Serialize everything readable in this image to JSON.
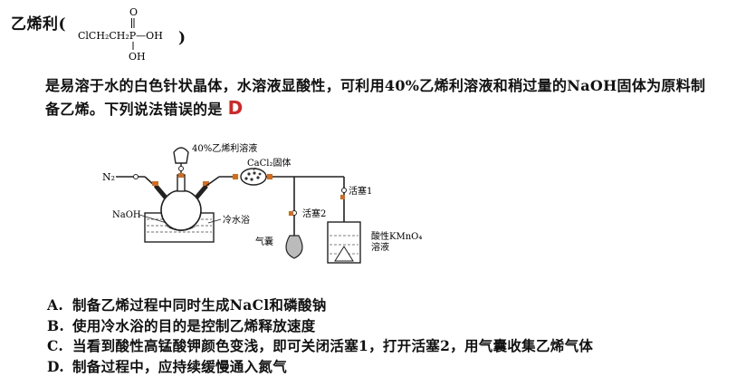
{
  "header": {
    "compound_name": "乙烯利(",
    "close_paren": ")",
    "formula_main": "ClCH₂CH₂P—OH",
    "formula_top_o": "O",
    "formula_oh": "OH"
  },
  "question": {
    "stem": "是易溶于水的白色针状晶体，水溶液显酸性，可利用40%乙烯利溶液和稍过量的NaOH固体为原料制备乙烯。下列说法错误的是",
    "answer": "D"
  },
  "diagram": {
    "labels": {
      "solution": "40%乙烯利溶液",
      "n2": "N₂",
      "cacl2": "CaCl₂固体",
      "naoh": "NaOH",
      "cold_bath": "冷水浴",
      "stopcock1": "活塞1",
      "stopcock2": "活塞2",
      "balloon": "气囊",
      "kmno4_line1": "酸性KMnO₄",
      "kmno4_line2": "溶液"
    }
  },
  "options": [
    {
      "letter": "A.",
      "text": "制备乙烯过程中同时生成NaCl和磷酸钠"
    },
    {
      "letter": "B.",
      "text": "使用冷水浴的目的是控制乙烯释放速度"
    },
    {
      "letter": "C.",
      "text": "当看到酸性高锰酸钾颜色变浅，即可关闭活塞1，打开活塞2，用气囊收集乙烯气体"
    },
    {
      "letter": "D.",
      "text": "制备过程中，应持续缓慢通入氮气"
    }
  ]
}
